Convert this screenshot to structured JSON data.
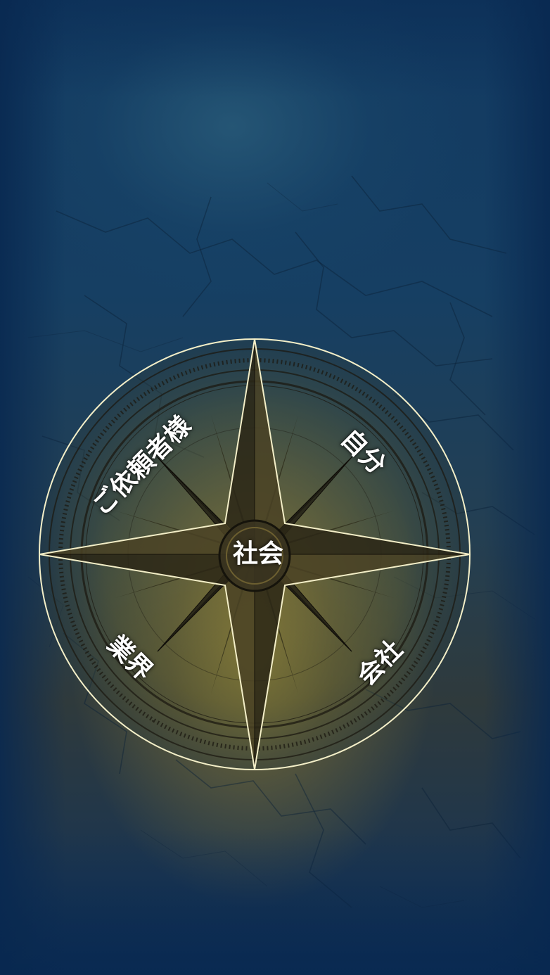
{
  "compass": {
    "center_label": "社会",
    "quadrants": {
      "top_left": "ご依頼者様",
      "top_right": "自分",
      "bottom_left": "業界",
      "bottom_right": "会社"
    }
  },
  "colors": {
    "background_blue": "#0b2d52",
    "parchment": "#b09c3c",
    "outline": "#f4efc8"
  }
}
